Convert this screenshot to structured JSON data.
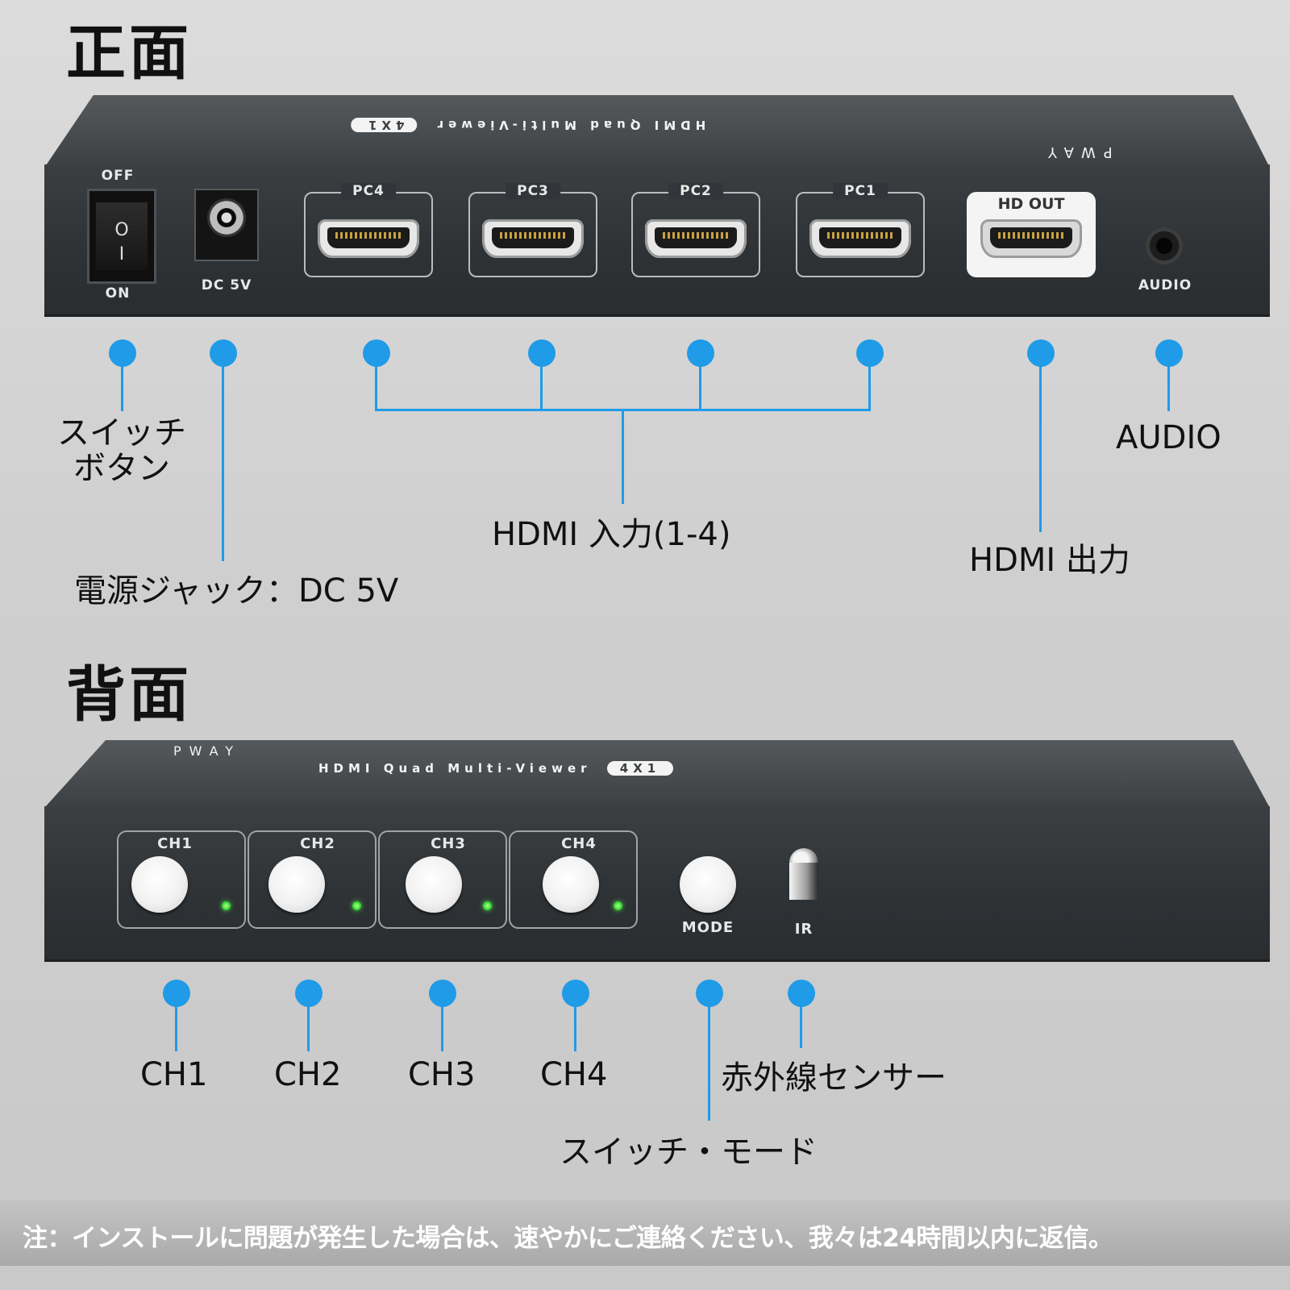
{
  "front": {
    "heading": "正面",
    "top_model": "HDMI Quad Multi-Viewer",
    "top_badge": "4X1",
    "top_brand": "PWAY",
    "switch": {
      "off": "OFF",
      "on": "ON",
      "symbol_off": "O",
      "symbol_on": "I"
    },
    "dc_label": "DC 5V",
    "ports": [
      "PC4",
      "PC3",
      "PC2",
      "PC1"
    ],
    "out_label": "HD OUT",
    "audio_label": "AUDIO",
    "callouts": {
      "switch_line1": "スイッチ",
      "switch_line2": "ボタン",
      "power": "電源ジャック：DC 5V",
      "hdmi_in": "HDMI 入力(1-4)",
      "audio": "AUDIO",
      "hdmi_out": "HDMI 出力"
    }
  },
  "back": {
    "heading": "背面",
    "top_brand": "PWAY",
    "top_model": "HDMI Quad Multi-Viewer",
    "top_badge": "4X1",
    "channels": [
      "CH1",
      "CH2",
      "CH3",
      "CH4"
    ],
    "mode_label": "MODE",
    "ir_label": "IR",
    "callouts": {
      "ch1": "CH1",
      "ch2": "CH2",
      "ch3": "CH3",
      "ch4": "CH4",
      "ir": "赤外線センサー",
      "mode": "スイッチ・モード"
    }
  },
  "note": "注：インストールに問題が発生した場合は、速やかにご連絡ください、我々は24時間以内に返信。",
  "colors": {
    "callout": "#1f9be8",
    "device": "#2e3235",
    "led": "#38d936",
    "note_band": "#a9a9a9"
  }
}
